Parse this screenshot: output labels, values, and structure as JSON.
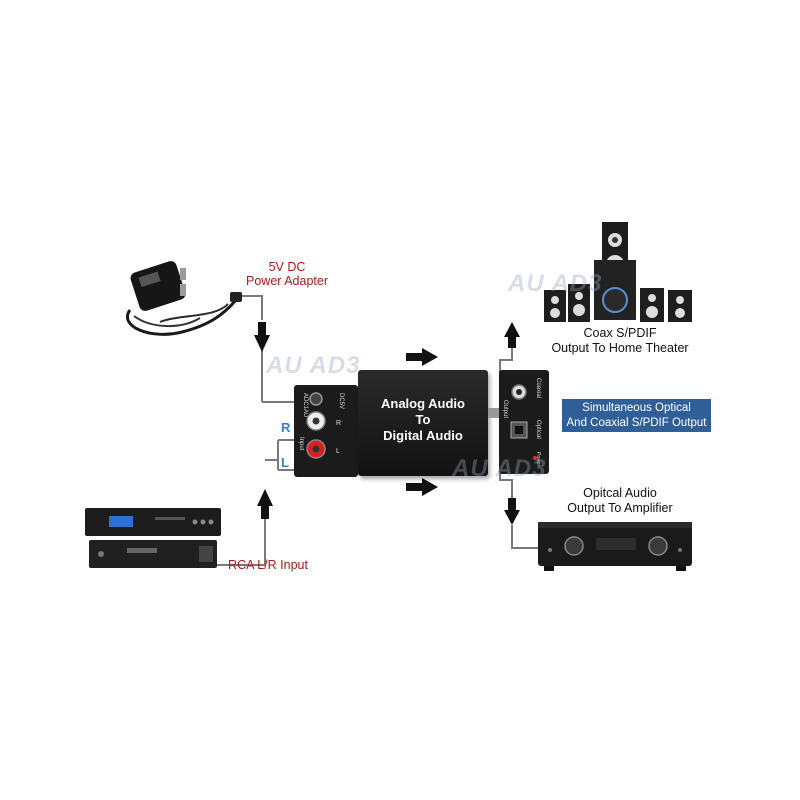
{
  "labels": {
    "power_line1": "5V DC",
    "power_line2": "Power Adapter",
    "rca_input": "RCA L/R Input",
    "coax_line1": "Coax S/PDIF",
    "coax_line2": "Output To Home Theater",
    "optical_line1": "Opitcal Audio",
    "optical_line2": "Output To Amplifier",
    "callout_line1": "Simultaneous Optical",
    "callout_line2": "And Coaxial S/PDIF Output"
  },
  "converter": {
    "title_line1": "Analog Audio",
    "title_line2": "To",
    "title_line3": "Digital Audio"
  },
  "input_panel": {
    "model": "ADC1AU",
    "dc": "DC5V",
    "input": "Input",
    "r": "R",
    "l": "L",
    "side_r": "R",
    "side_l": "L"
  },
  "output_panel": {
    "output": "Output",
    "coaxial": "Coaxial",
    "optical": "Optical",
    "power": "Power"
  },
  "watermarks": [
    "AU AD3",
    "AU AD3",
    "AU AD3"
  ],
  "colors": {
    "label_red": "#b01818",
    "side_label_blue": "#3a80c8",
    "callout_bg": "#2f5f96",
    "device_body": "#1b1b1b"
  }
}
